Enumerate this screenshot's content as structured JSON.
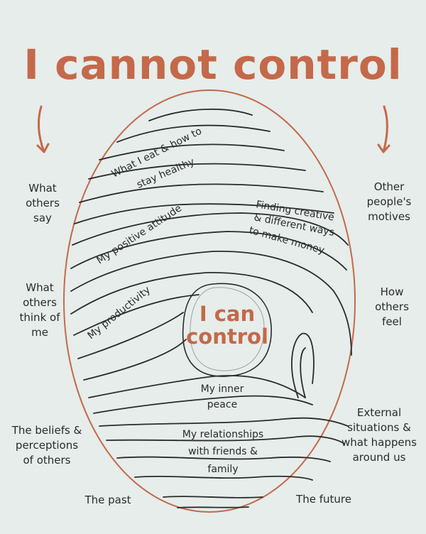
{
  "title": "I cannot control",
  "center": {
    "line1": "I can",
    "line2": "control"
  },
  "outside_left": [
    {
      "lines": [
        "What",
        "others",
        "say"
      ]
    },
    {
      "lines": [
        "What",
        "others",
        "think of",
        "me"
      ]
    },
    {
      "lines": [
        "The beliefs &",
        "perceptions",
        "of others"
      ]
    },
    {
      "lines": [
        "The past"
      ]
    }
  ],
  "outside_right": [
    {
      "lines": [
        "Other",
        "people's",
        "motives"
      ]
    },
    {
      "lines": [
        "How",
        "others",
        "feel"
      ]
    },
    {
      "lines": [
        "External",
        "situations &",
        "what happens",
        "around us"
      ]
    },
    {
      "lines": [
        "The future"
      ]
    }
  ],
  "inside_curved": [
    {
      "lines": [
        "What I eat & how to",
        "stay healthy"
      ]
    },
    {
      "lines": [
        "My positive attitude"
      ]
    },
    {
      "lines": [
        "Finding creative",
        "& different ways",
        "to make money"
      ]
    },
    {
      "lines": [
        "My productivity"
      ]
    }
  ],
  "inside_straight": [
    {
      "lines": [
        "My inner",
        "peace"
      ]
    },
    {
      "lines": [
        "My relationships",
        "with friends &",
        "family"
      ]
    }
  ],
  "colors": {
    "accent": "#c4694a",
    "background": "#e6edeb",
    "ink": "#2b2b2b"
  }
}
